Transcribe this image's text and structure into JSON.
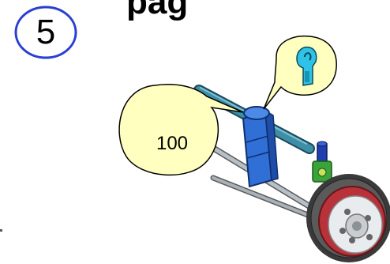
{
  "header": {
    "title_fragment": "pag"
  },
  "step": {
    "number": "5"
  },
  "callouts": {
    "quantity_label": "100"
  },
  "illustration": {
    "parts": [
      "axle-rod",
      "crossbar-rod",
      "blue-clamp-block",
      "gear-wheel",
      "clip-connector-icon"
    ],
    "colors": {
      "axle": "#9aa6ad",
      "crossbar": "#3e8ea6",
      "clamp": "#2f6fd6",
      "gear_rim": "#b8323a",
      "gear_teeth": "#4a4a4a",
      "hub": "#c9ccd0",
      "clip": "#2ec3e6",
      "bushing": "#2f8a2f",
      "callout_fill": "#ffffc0",
      "badge_outline": "#2a3fd1"
    }
  }
}
